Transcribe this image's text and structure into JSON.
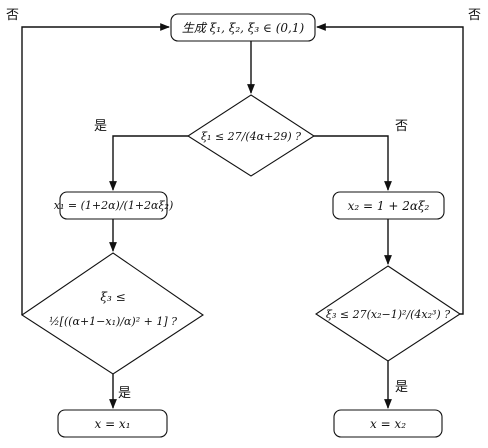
{
  "nodes": {
    "start": {
      "label": "生成 ξ₁, ξ₂, ξ₃ ∈ (0,1)"
    },
    "cond1": {
      "label": "ξ₁ ≤ 27/(4α+29) ?"
    },
    "assign_x1": {
      "label": "x₁ = (1+2α)/(1+2αξ₂)"
    },
    "assign_x2": {
      "label": "x₂ = 1 + 2αξ₂"
    },
    "cond2": {
      "label_line1": "ξ₃ ≤",
      "label_line2": "½[((α+1−x₁)/α)² + 1] ?"
    },
    "cond3": {
      "label": "ξ₃ ≤ 27(x₂−1)²/(4x₂³) ?"
    },
    "result_left": {
      "label": "x = x₁"
    },
    "result_right": {
      "label": "x = x₂"
    }
  },
  "edge_labels": {
    "cond1_yes": "是",
    "cond1_no": "否",
    "cond2_yes": "是",
    "cond2_no": "否",
    "cond3_yes": "是",
    "cond3_no": "否"
  }
}
